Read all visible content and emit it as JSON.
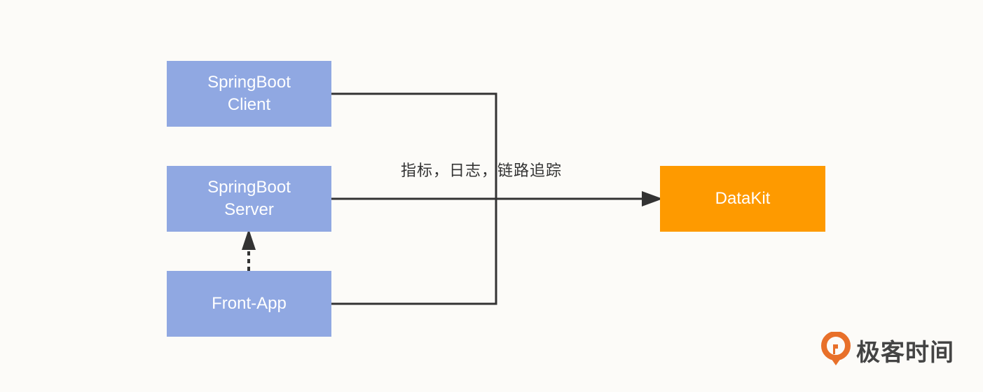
{
  "nodes": {
    "client": {
      "line1": "SpringBoot",
      "line2": "Client"
    },
    "server": {
      "line1": "SpringBoot",
      "line2": "Server"
    },
    "front": {
      "label": "Front-App"
    },
    "datakit": {
      "label": "DataKit"
    }
  },
  "edge_label": "指标，日志，链路追踪",
  "colors": {
    "background": "#fcfbf8",
    "node_blue": "#90a8e2",
    "node_orange": "#fe9a00",
    "line": "#333333",
    "logo_orange": "#e8702a"
  },
  "logo": {
    "text": "极客时间",
    "icon": "geektime-logo-icon"
  }
}
